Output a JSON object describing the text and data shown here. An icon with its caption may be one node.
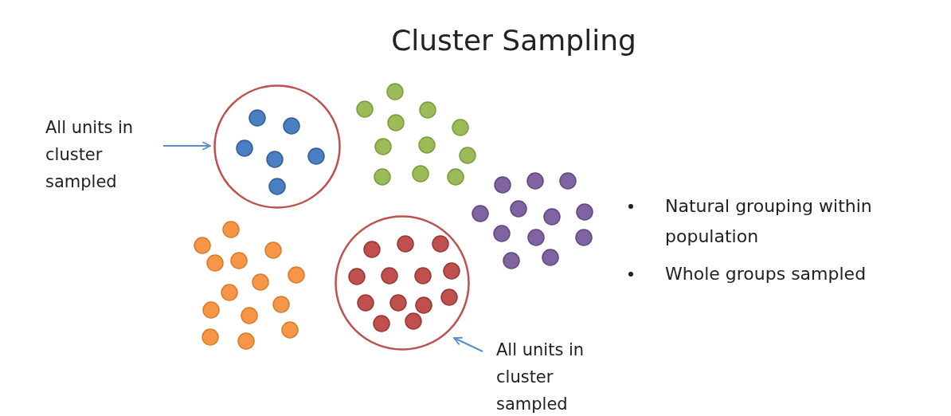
{
  "diagram": {
    "title": "Cluster Sampling",
    "nodes": [
      {
        "text": [
          "All units in cluster sampled"
        ]
      },
      {
        "text": [],
        "shape": "circle"
      },
      {
        "text": [],
        "shape": "circle"
      },
      {
        "text": [
          "All units in cluster sampled"
        ]
      }
    ],
    "edges": [
      {
        "from": 0,
        "to": 1,
        "arrow": "to"
      },
      {
        "from": 3,
        "to": 2,
        "arrow": "to"
      }
    ],
    "labels": [
      "Natural grouping within population",
      "Whole groups sampled"
    ]
  }
}
